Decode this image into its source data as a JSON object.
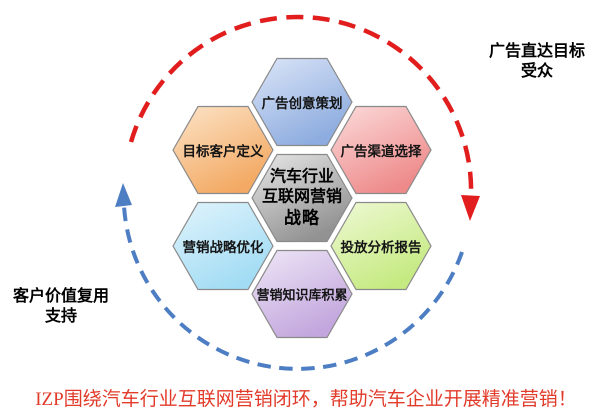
{
  "diagram": {
    "center_hexagon": {
      "lines": [
        "汽车行业",
        "互联网营销",
        "战略"
      ],
      "color_light": "#e8e8e8",
      "color_dark": "#929292"
    },
    "hexagons": [
      {
        "id": "n",
        "label": "广告创意策划",
        "color_light": "#dce6f8",
        "color_dark": "#8dacdf"
      },
      {
        "id": "nw",
        "label": "目标客户定义",
        "color_light": "#fce4c8",
        "color_dark": "#f3a963"
      },
      {
        "id": "ne",
        "label": "广告渠道选择",
        "color_light": "#fcdcdc",
        "color_dark": "#ee8a8a"
      },
      {
        "id": "sw",
        "label": "营销战略优化",
        "color_light": "#e1f4fc",
        "color_dark": "#a2dcf4"
      },
      {
        "id": "se",
        "label": "投放分析报告",
        "color_light": "#eff9d5",
        "color_dark": "#c5ea81"
      },
      {
        "id": "s",
        "label": "营销知识库积累",
        "color_light": "#efe7f7",
        "color_dark": "#c2a6dd"
      }
    ],
    "hexagon_border_color": "#8a8a8a",
    "annotations": {
      "top_right": {
        "lines": [
          "广告直达目标",
          "受众"
        ]
      },
      "left": {
        "lines": [
          "客户价值复用",
          "支持"
        ]
      }
    },
    "arrows": {
      "red_color": "#e11d1d",
      "blue_color": "#4d7ec3"
    }
  },
  "caption": {
    "text": "IZP围绕汽车行业互联网营销闭环，帮助汽车企业开展精准营销！",
    "color": "#e23b2a"
  }
}
